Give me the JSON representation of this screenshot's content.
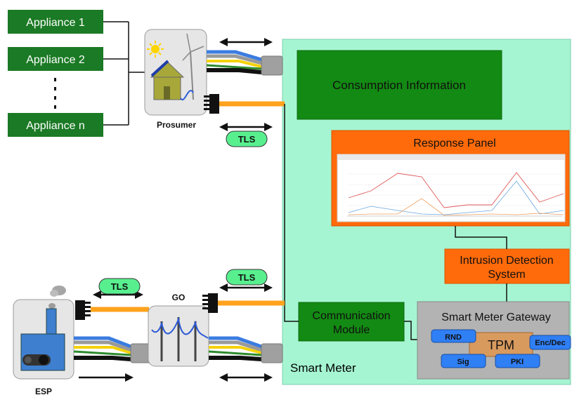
{
  "appliances": [
    {
      "label": "Appliance 1"
    },
    {
      "label": "Appliance 2"
    },
    {
      "label": "Appliance n"
    }
  ],
  "prosumer": {
    "label": "Prosumer"
  },
  "esp": {
    "label": "ESP"
  },
  "go": {
    "label": "GO"
  },
  "tls_label": "TLS",
  "smart_meter": {
    "label": "Smart Meter",
    "consumption_info": "Consumption Information",
    "response_panel": "Response Panel",
    "ids_line1": "Intrusion Detection",
    "ids_line2": "System",
    "comm_line1": "Communication",
    "comm_line2": "Module",
    "gateway": {
      "label": "Smart Meter Gateway",
      "tpm": "TPM",
      "rnd": "RND",
      "encdec": "Enc/Dec",
      "sig": "Sig",
      "pki": "PKI"
    }
  },
  "colors": {
    "appliance_green": "#1b7a25",
    "smart_meter_bg": "#a6f5d2",
    "consumption_green": "#138a13",
    "response_orange": "#ff6a0a",
    "ids_orange": "#ff6a0a",
    "gateway_gray": "#b3b3b3",
    "tpm_tan": "#d99a5e",
    "chip_blue": "#2f7ff5",
    "tls_green": "#58f08f",
    "cable_orange": "#ffa21c"
  }
}
